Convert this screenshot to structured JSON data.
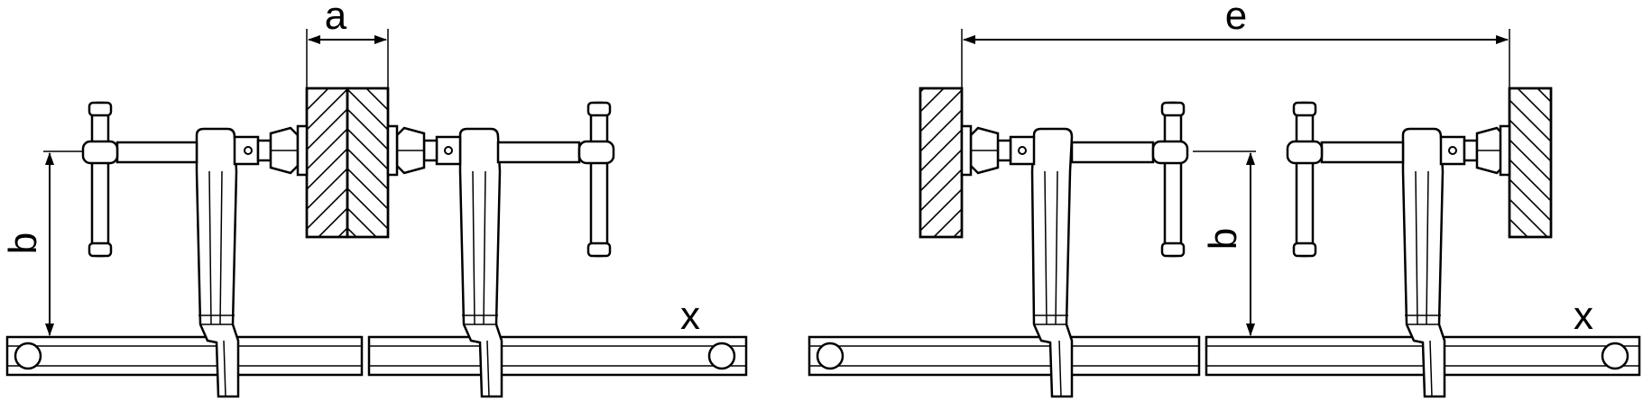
{
  "labels": {
    "a": "a",
    "b_left": "b",
    "x_left": "x",
    "e": "e",
    "b_right": "b",
    "x_right": "x"
  },
  "colors": {
    "stroke": "#000000",
    "background": "#ffffff"
  }
}
